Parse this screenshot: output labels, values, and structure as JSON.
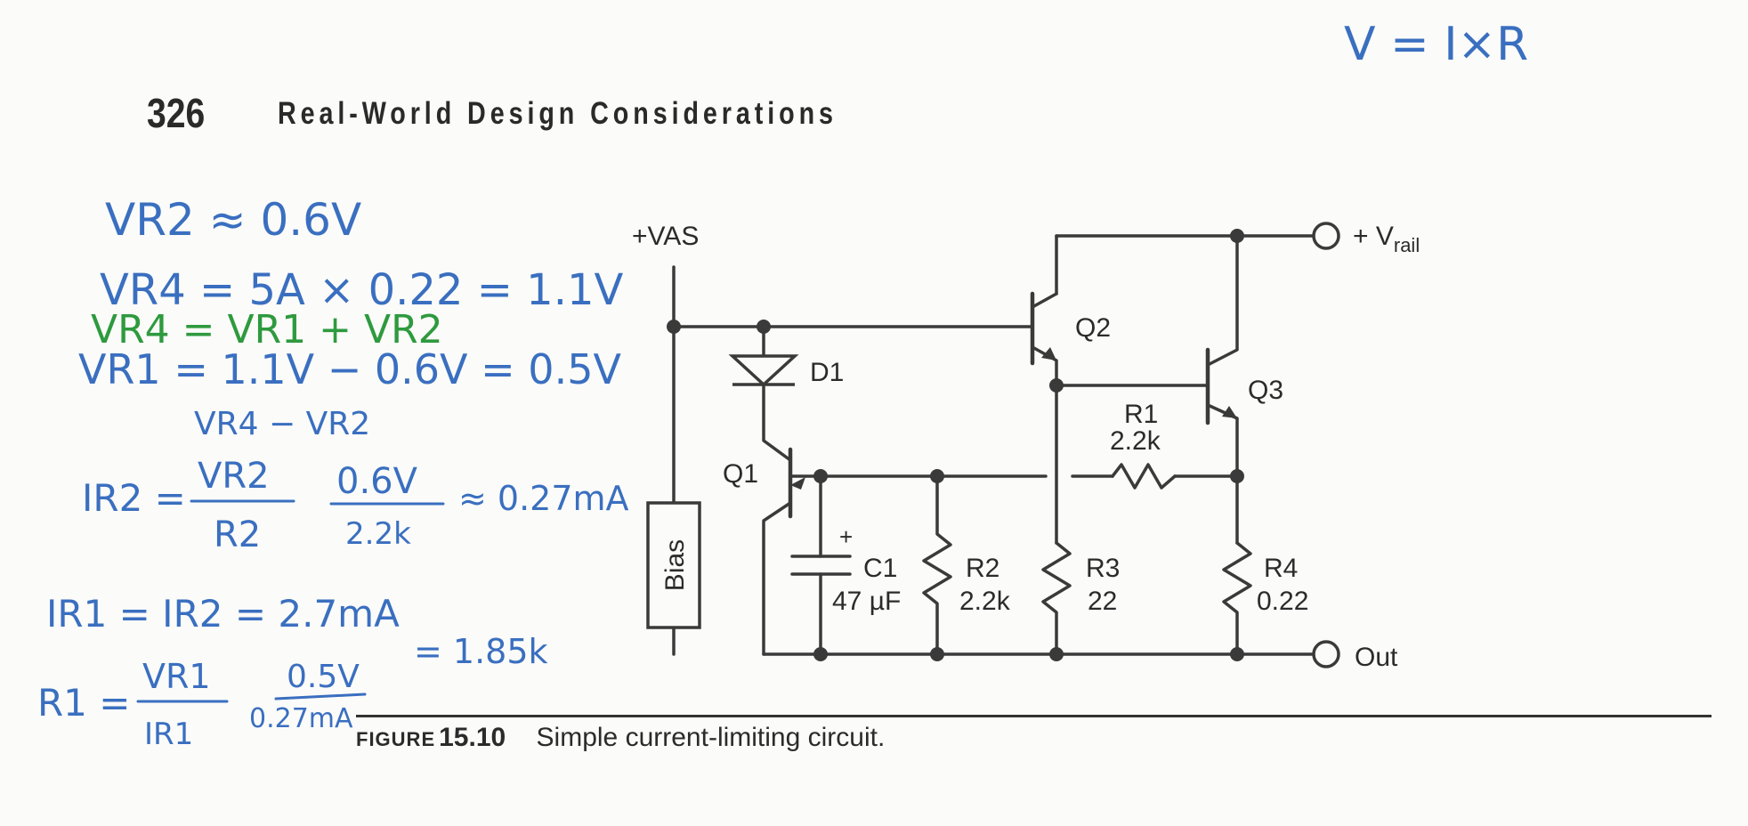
{
  "header": {
    "page_number": "326",
    "running_title": "Real-World Design Considerations"
  },
  "handwriting": {
    "top_right": "V = I×R",
    "line1": "VR2 ≈ 0.6V",
    "line2": "VR4 = 5A × 0.22 = 1.1V",
    "line3_green": "VR4 = VR1 + VR2",
    "line4": "VR1 = 1.1V − 0.6V = 0.5V",
    "line5": "VR4 − VR2",
    "line6_lhs": "IR2 =",
    "line6_num": "VR2",
    "line6_den": "R2",
    "line6_mid_num": "0.6V",
    "line6_mid_den": "2.2k",
    "line6_result": "≈ 0.27mA",
    "line7": "IR1 = IR2 = 2.7mA",
    "line8_lhs": "R1 =",
    "line8_num": "VR1",
    "line8_den": "IR1",
    "line8_mid_num": "0.5V",
    "line8_mid_den": "0.27mA",
    "line8_result": "= 1.85k"
  },
  "circuit": {
    "vas_label": "+VAS",
    "rail_label_prefix": "+ V",
    "rail_label_sub": "rail",
    "out_label": "Out",
    "bias_label": "Bias",
    "d1_label": "D1",
    "q1_label": "Q1",
    "q2_label": "Q2",
    "q3_label": "Q3",
    "r1_label": "R1",
    "r1_value": "2.2k",
    "r2_label": "R2",
    "r2_value": "2.2k",
    "r3_label": "R3",
    "r3_value": "22",
    "r4_label": "R4",
    "r4_value": "0.22",
    "c1_label": "C1",
    "c1_value": "47 µF",
    "c1_polarity": "+"
  },
  "caption": {
    "label": "Figure",
    "number": "15.10",
    "text": "Simple current-limiting circuit."
  }
}
